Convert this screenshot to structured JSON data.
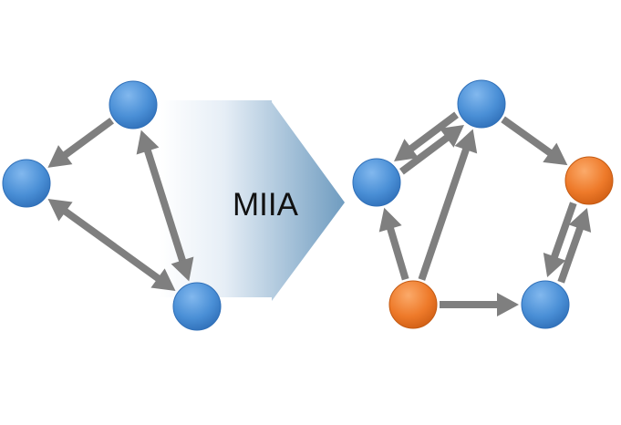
{
  "transform": {
    "label": "MIIA"
  },
  "colors": {
    "node_blue": "#4a8fd6",
    "node_orange": "#ee7a2a",
    "edge": "#7f7f7f",
    "arrow_light": "#ffffff",
    "arrow_dark": "#6f9cc0"
  },
  "left_graph": {
    "nodes": [
      {
        "id": "A",
        "color": "blue"
      },
      {
        "id": "B",
        "color": "blue"
      },
      {
        "id": "C",
        "color": "blue"
      }
    ],
    "edges": [
      {
        "from": "A",
        "to": "B",
        "bidirectional": false
      },
      {
        "from": "B",
        "to": "C",
        "bidirectional": true
      },
      {
        "from": "A",
        "to": "C",
        "bidirectional": true
      }
    ]
  },
  "right_graph": {
    "nodes": [
      {
        "id": "D",
        "color": "blue"
      },
      {
        "id": "E",
        "color": "blue"
      },
      {
        "id": "F",
        "color": "orange"
      },
      {
        "id": "G",
        "color": "blue"
      },
      {
        "id": "H",
        "color": "orange"
      }
    ],
    "edges": [
      {
        "from": "D",
        "to": "E",
        "bidirectional": true
      },
      {
        "from": "E",
        "to": "F",
        "bidirectional": false
      },
      {
        "from": "F",
        "to": "G",
        "bidirectional": true
      },
      {
        "from": "H",
        "to": "G",
        "bidirectional": false
      },
      {
        "from": "H",
        "to": "E",
        "bidirectional": false
      },
      {
        "from": "H",
        "to": "D",
        "bidirectional": false
      }
    ]
  }
}
